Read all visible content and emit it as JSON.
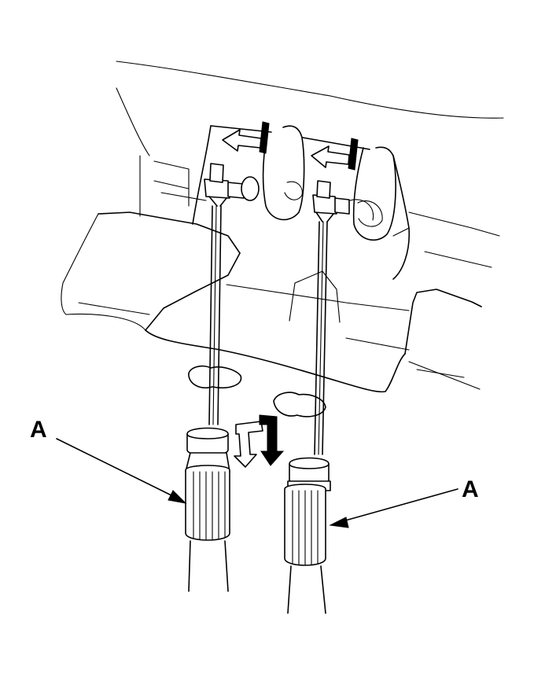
{
  "diagram": {
    "callouts": [
      {
        "id": "left",
        "label": "A",
        "target": "left-adjuster-grip"
      },
      {
        "id": "right",
        "label": "A",
        "target": "right-adjuster-grip"
      }
    ],
    "colors": {
      "line": "#000000",
      "background": "#ffffff"
    }
  }
}
